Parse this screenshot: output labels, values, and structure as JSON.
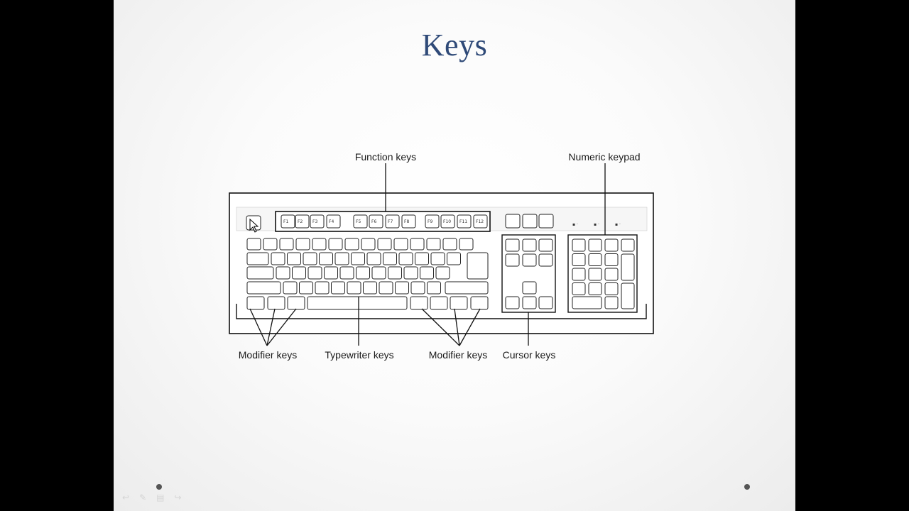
{
  "slide": {
    "title": "Keys"
  },
  "labels": {
    "function_keys": "Function keys",
    "numeric_keypad": "Numeric keypad",
    "modifier_keys_left": "Modifier keys",
    "typewriter_keys": "Typewriter keys",
    "modifier_keys_right": "Modifier keys",
    "cursor_keys": "Cursor keys"
  },
  "function_row": [
    "F1",
    "F2",
    "F3",
    "F4",
    "F5",
    "F6",
    "F7",
    "F8",
    "F9",
    "F10",
    "F11",
    "F12"
  ],
  "icons": {
    "cursor": "mouse-pointer-icon",
    "nav_prev": "arrow-left-icon",
    "nav_pen": "pen-icon",
    "nav_menu": "menu-icon",
    "nav_next": "arrow-right-icon"
  }
}
